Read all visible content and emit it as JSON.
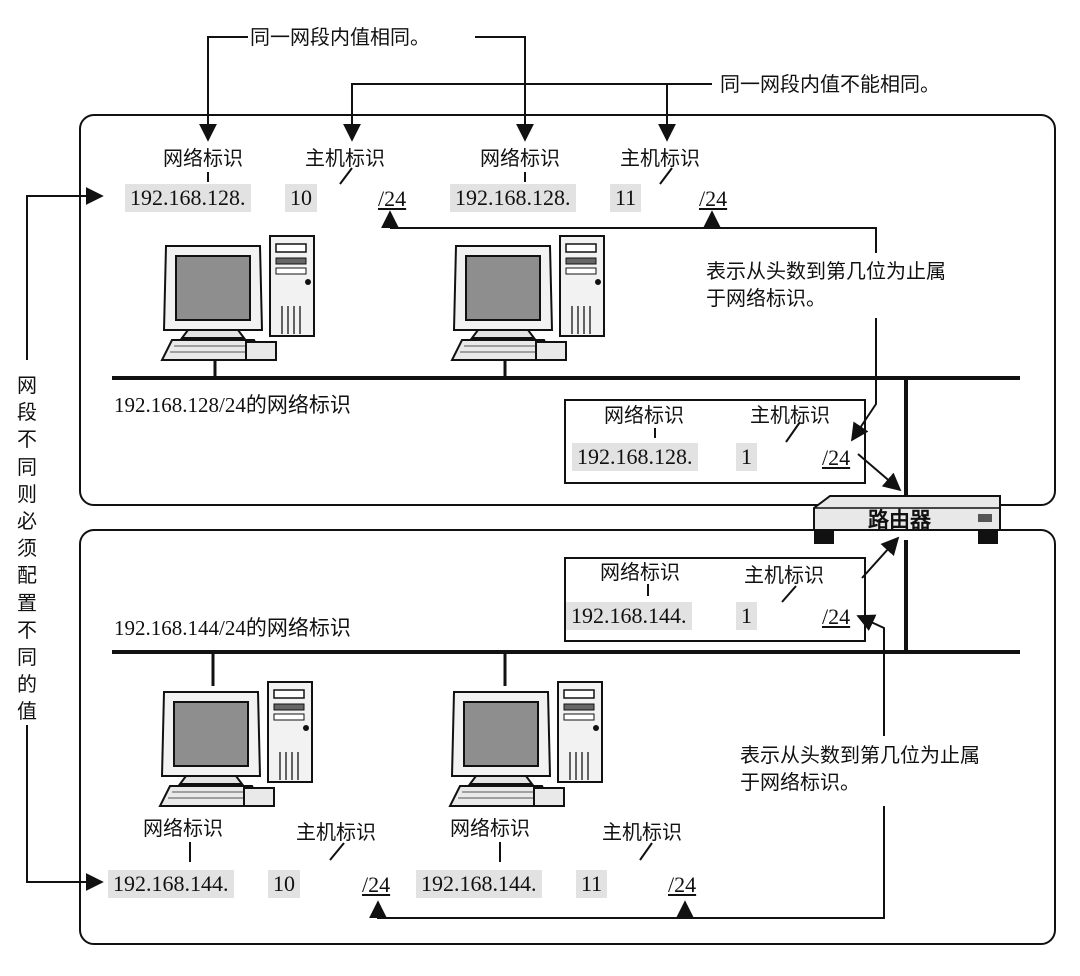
{
  "top_callouts": {
    "same_value": "同一网段内值相同。",
    "different_value": "同一网段内值不能相同。"
  },
  "side_label": "网段不同则必须配置不同的值",
  "labels": {
    "network_id": "网络标识",
    "host_id": "主机标识"
  },
  "top_segment": {
    "name": "192.168.128/24的网络标识",
    "hosts": [
      {
        "network": "192.168.128.",
        "host": "10",
        "mask": "/24"
      },
      {
        "network": "192.168.128.",
        "host": "11",
        "mask": "/24"
      }
    ],
    "router_if": {
      "network": "192.168.128.",
      "host": "1",
      "mask": "/24"
    },
    "note": "表示从头数到第几位为止属于网络标识。"
  },
  "bottom_segment": {
    "name": "192.168.144/24的网络标识",
    "hosts": [
      {
        "network": "192.168.144.",
        "host": "10",
        "mask": "/24"
      },
      {
        "network": "192.168.144.",
        "host": "11",
        "mask": "/24"
      }
    ],
    "router_if": {
      "network": "192.168.144.",
      "host": "1",
      "mask": "/24"
    },
    "note": "表示从头数到第几位为止属于网络标识。"
  },
  "router": {
    "label": "路由器"
  }
}
